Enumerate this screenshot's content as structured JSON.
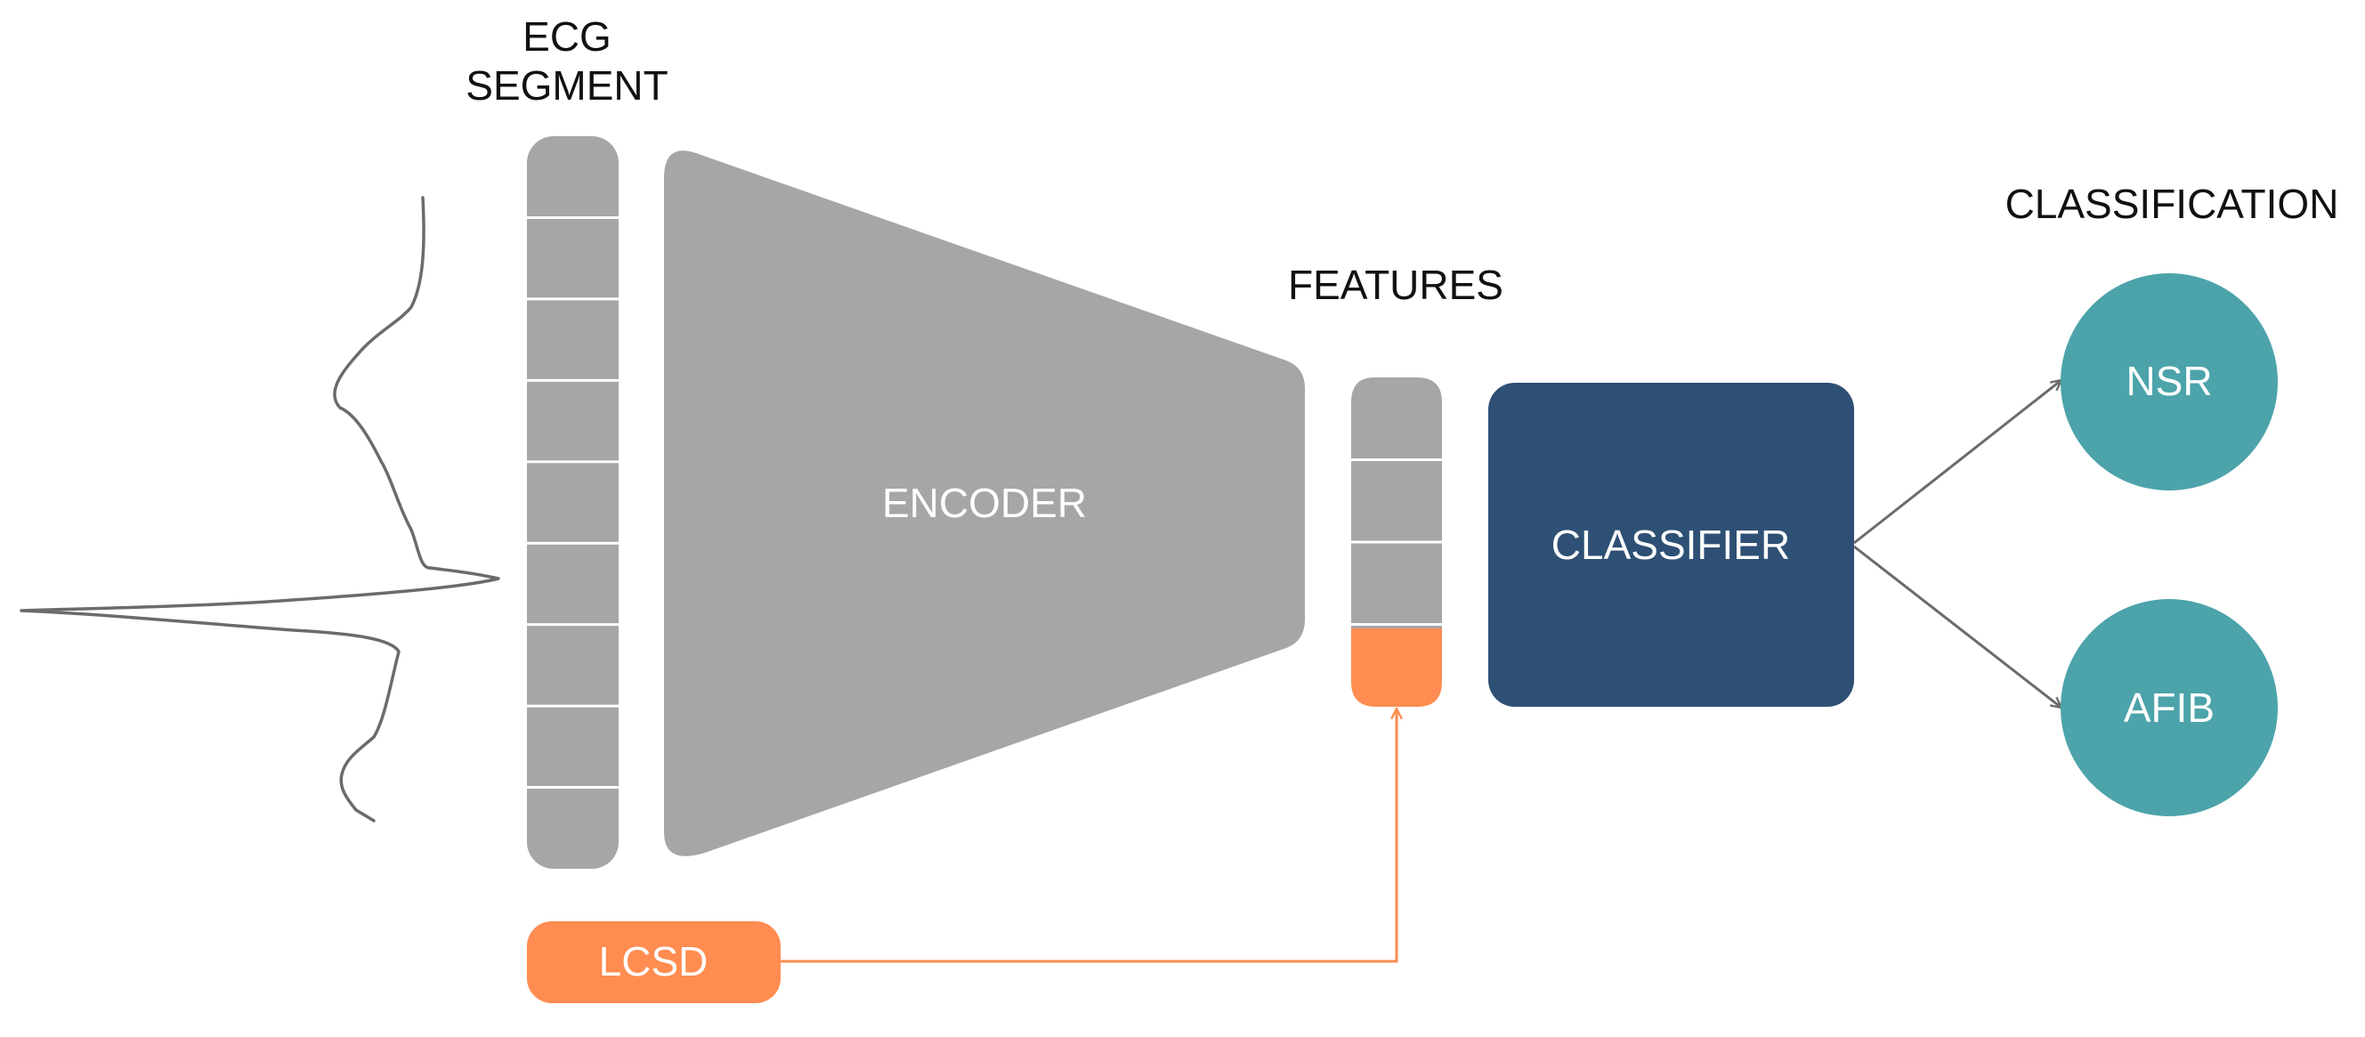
{
  "titles": {
    "ecg_segment_line1": "ECG",
    "ecg_segment_line2": "SEGMENT",
    "features": "FEATURES",
    "classification": "CLASSIFICATION"
  },
  "blocks": {
    "encoder": "ENCODER",
    "classifier": "CLASSIFIER",
    "lcsd": "LCSD"
  },
  "outputs": {
    "nsr": "NSR",
    "afib": "AFIB"
  },
  "colors": {
    "gray_block": "#a6a6a6",
    "classifier_navy": "#2e5074",
    "output_teal": "#4ca3aa",
    "lcsd_orange": "#ff8c50",
    "waveform": "#6b6b6b",
    "arrow_gray": "#6b6b6b"
  },
  "ecg_segment_cells": 9,
  "feature_cells": 4
}
